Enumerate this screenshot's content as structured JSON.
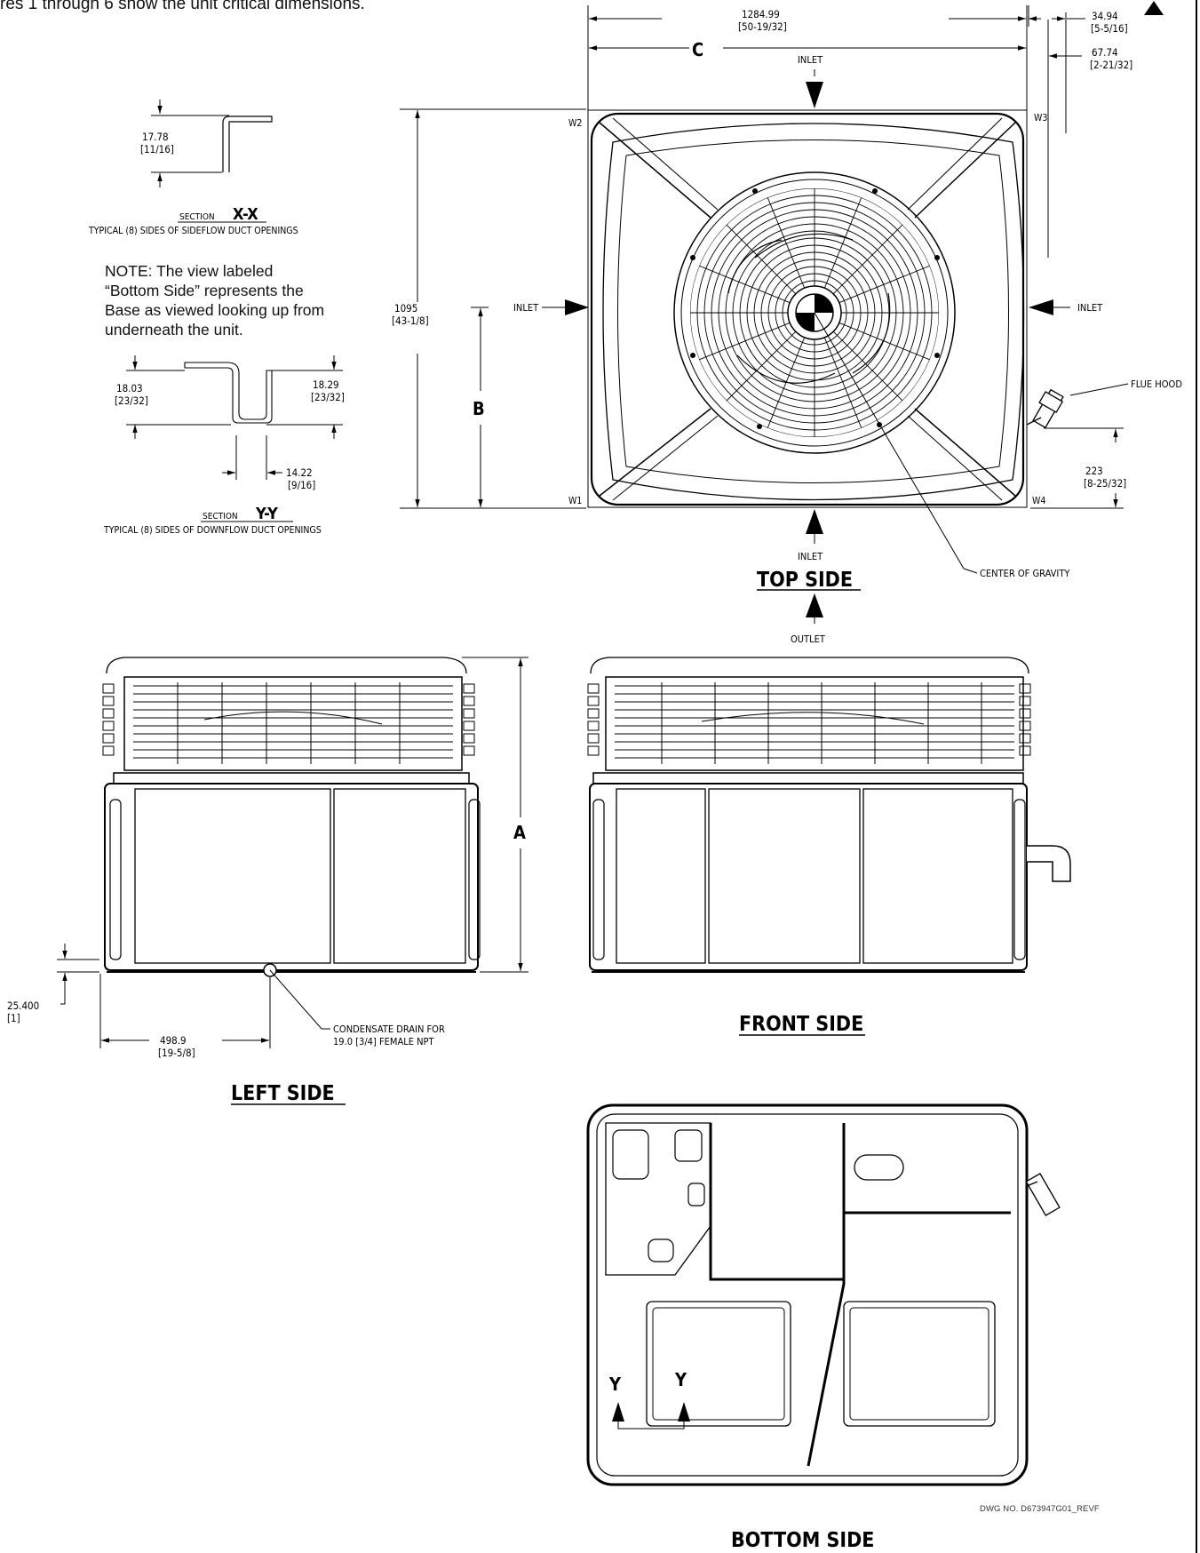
{
  "intro_text": "res 1 through 6 show the unit critical dimensions.",
  "note": {
    "line1": "NOTE: The view labeled",
    "line2": "“Bottom Side” represents the",
    "line3": "Base as viewed looking up from",
    "line4": "underneath the unit."
  },
  "section_xx": {
    "dim1": "17.78",
    "dim1_in": "[11/16]",
    "section_word": "SECTION",
    "label": "X-X",
    "caption": "TYPICAL (8) SIDES OF SIDEFLOW DUCT OPENINGS"
  },
  "section_yy": {
    "dim_left": "18.03",
    "dim_left_in": "[23/32]",
    "dim_right": "18.29",
    "dim_right_in": "[23/32]",
    "dim_bottom": "14.22",
    "dim_bottom_in": "[9/16]",
    "section_word": "SECTION",
    "label": "Y-Y",
    "caption": "TYPICAL (8) SIDES OF DOWNFLOW DUCT OPENINGS"
  },
  "top_view": {
    "width_dim": "1284.99",
    "width_dim_in": "[50-19/32]",
    "dim_34": "34.94",
    "dim_34_in": "[5-5/16]",
    "dim_67": "67.74",
    "dim_67_in": "[2-21/32]",
    "height_dim": "1095",
    "height_dim_in": "[43-1/8]",
    "label_c": "C",
    "label_b": "B",
    "inlet": "INLET",
    "corner_w1": "W1",
    "corner_w2": "W2",
    "corner_w3": "W3",
    "corner_w4": "W4",
    "flue_hood": "FLUE HOOD",
    "dim_223": "223",
    "dim_223_in": "[8-25/32]",
    "center_of_gravity": "CENTER OF GRAVITY",
    "title": "TOP SIDE"
  },
  "left_view": {
    "label_a": "A",
    "dim_25": "25.400",
    "dim_25_in": "[1]",
    "dim_498": "498.9",
    "dim_498_in": "[19-5/8]",
    "drain_line1": "CONDENSATE DRAIN FOR",
    "drain_line2": "19.0 [3/4] FEMALE NPT",
    "title": "LEFT SIDE"
  },
  "front_view": {
    "outlet": "OUTLET",
    "title": "FRONT SIDE"
  },
  "bottom_view": {
    "label_y1": "Y",
    "label_y2": "Y",
    "title": "BOTTOM SIDE"
  },
  "dwg_no": "DWG NO. D673947G01_REVF"
}
